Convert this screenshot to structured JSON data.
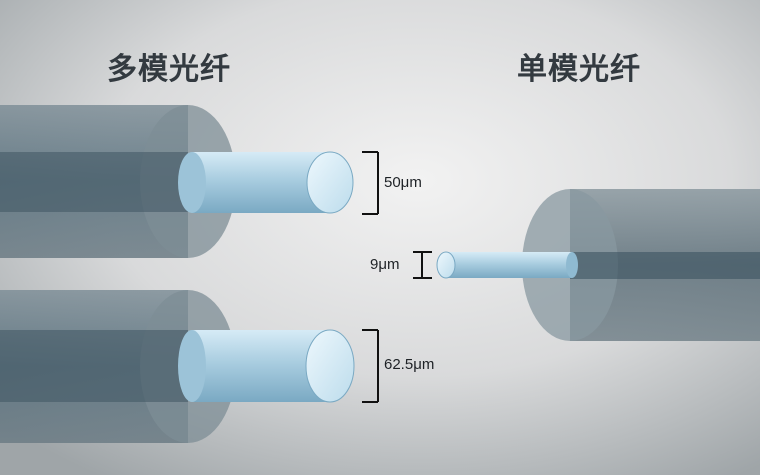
{
  "diagram": {
    "titles": {
      "multimode": "多模光纤",
      "singlemode": "单模光纤"
    },
    "dimensions": {
      "multimode_top": "50μm",
      "multimode_bottom": "62.5μm",
      "singlemode": "9μm"
    },
    "colors": {
      "background_light": "#eeeeee",
      "background_dark": "#a9aeb1",
      "cladding": "#5c6e78",
      "core_light": "#e3f1f9",
      "core_mid": "#a9cde0",
      "core_dark": "#6f9fbb",
      "dimension_line": "#111111"
    }
  }
}
